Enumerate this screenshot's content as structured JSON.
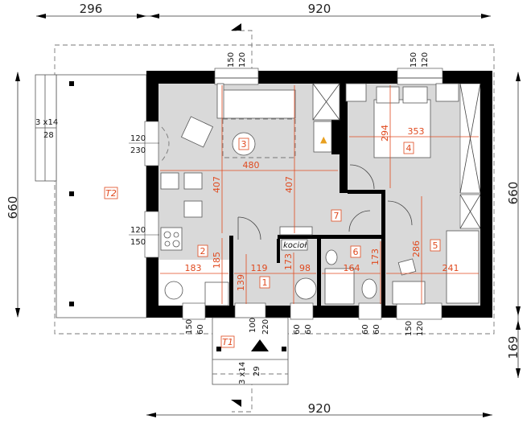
{
  "dimensions": {
    "top_left": "296",
    "top_main": "920",
    "bottom_main": "920",
    "left_height": "660",
    "right_height": "660",
    "right_entry": "169"
  },
  "rooms": [
    {
      "id": "room-3",
      "label": "3"
    },
    {
      "id": "room-4",
      "label": "4"
    },
    {
      "id": "room-7",
      "label": "7"
    },
    {
      "id": "room-2",
      "label": "2"
    },
    {
      "id": "room-1",
      "label": "1"
    },
    {
      "id": "room-6",
      "label": "6"
    },
    {
      "id": "room-5",
      "label": "5"
    },
    {
      "id": "terrace-2",
      "label": "T2"
    },
    {
      "id": "terrace-1",
      "label": "T1"
    }
  ],
  "room_dims": {
    "living_width": "480",
    "living_depth_a": "407",
    "living_depth_b": "407",
    "bedroom_depth": "294",
    "bedroom_width": "353",
    "kitchen_depth": "185",
    "kitchen_width": "183",
    "hall_width": "119",
    "hall_depth": "139",
    "boiler_depth": "173",
    "boiler_width": "98",
    "bath_width": "164",
    "bath_depth": "173",
    "room5_depth": "286",
    "room5_width": "241"
  },
  "openings": {
    "top_left_window": [
      "150",
      "120"
    ],
    "top_right_window": [
      "150",
      "120"
    ],
    "left_door": [
      "120",
      "230"
    ],
    "left_window": [
      "120",
      "150"
    ],
    "bottom_kitchen_window": [
      "150",
      "60"
    ],
    "entry_door": [
      "100",
      "220"
    ],
    "bottom_hall_window": [
      "60",
      "60"
    ],
    "bottom_bath_window": [
      "60",
      "60"
    ],
    "bottom_room5_window": [
      "150",
      "120"
    ]
  },
  "stairs": {
    "left": [
      "3 x14",
      "28"
    ],
    "entry": [
      "3 x14",
      "29"
    ]
  },
  "boiler_label": "kocioł",
  "colors": {
    "dimension_red": "#e04a1f",
    "wall": "#000000",
    "floor": "#d9d9d9"
  }
}
